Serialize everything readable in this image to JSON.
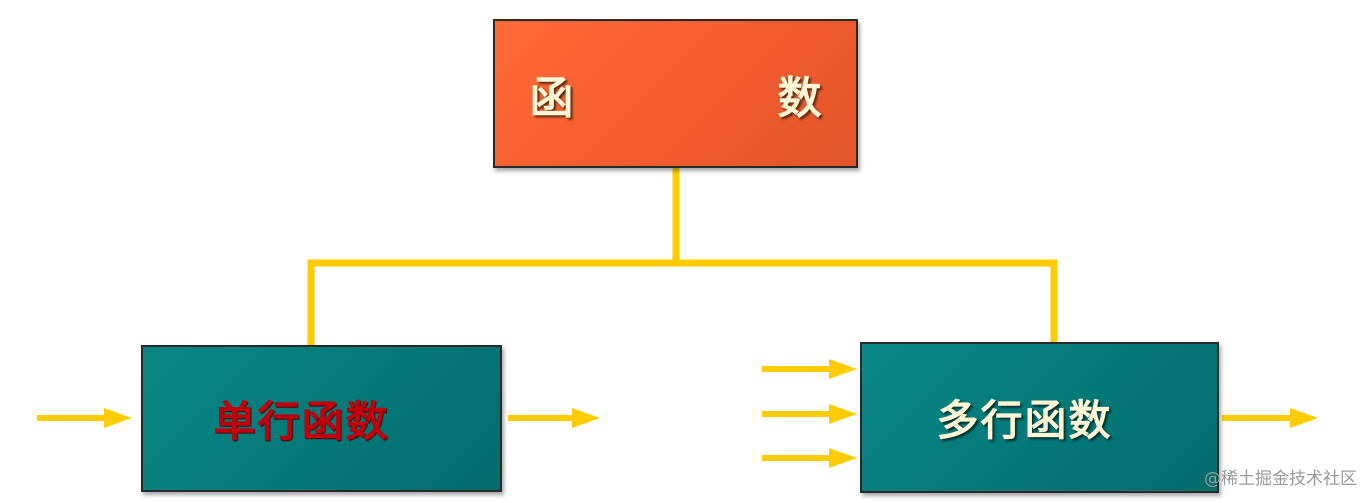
{
  "diagram": {
    "root": {
      "label": "函　数"
    },
    "children": [
      {
        "label": "单行函数"
      },
      {
        "label": "多行函数"
      }
    ]
  },
  "watermark": {
    "text": "@稀土掘金技术社区"
  },
  "colors": {
    "connector": "#ffcc00",
    "root_fill": "#f6602f",
    "child_fill": "#057b7a",
    "root_text": "#fff6d5",
    "single_row_text": "#c0000c",
    "multi_row_text": "#fff6d5"
  }
}
